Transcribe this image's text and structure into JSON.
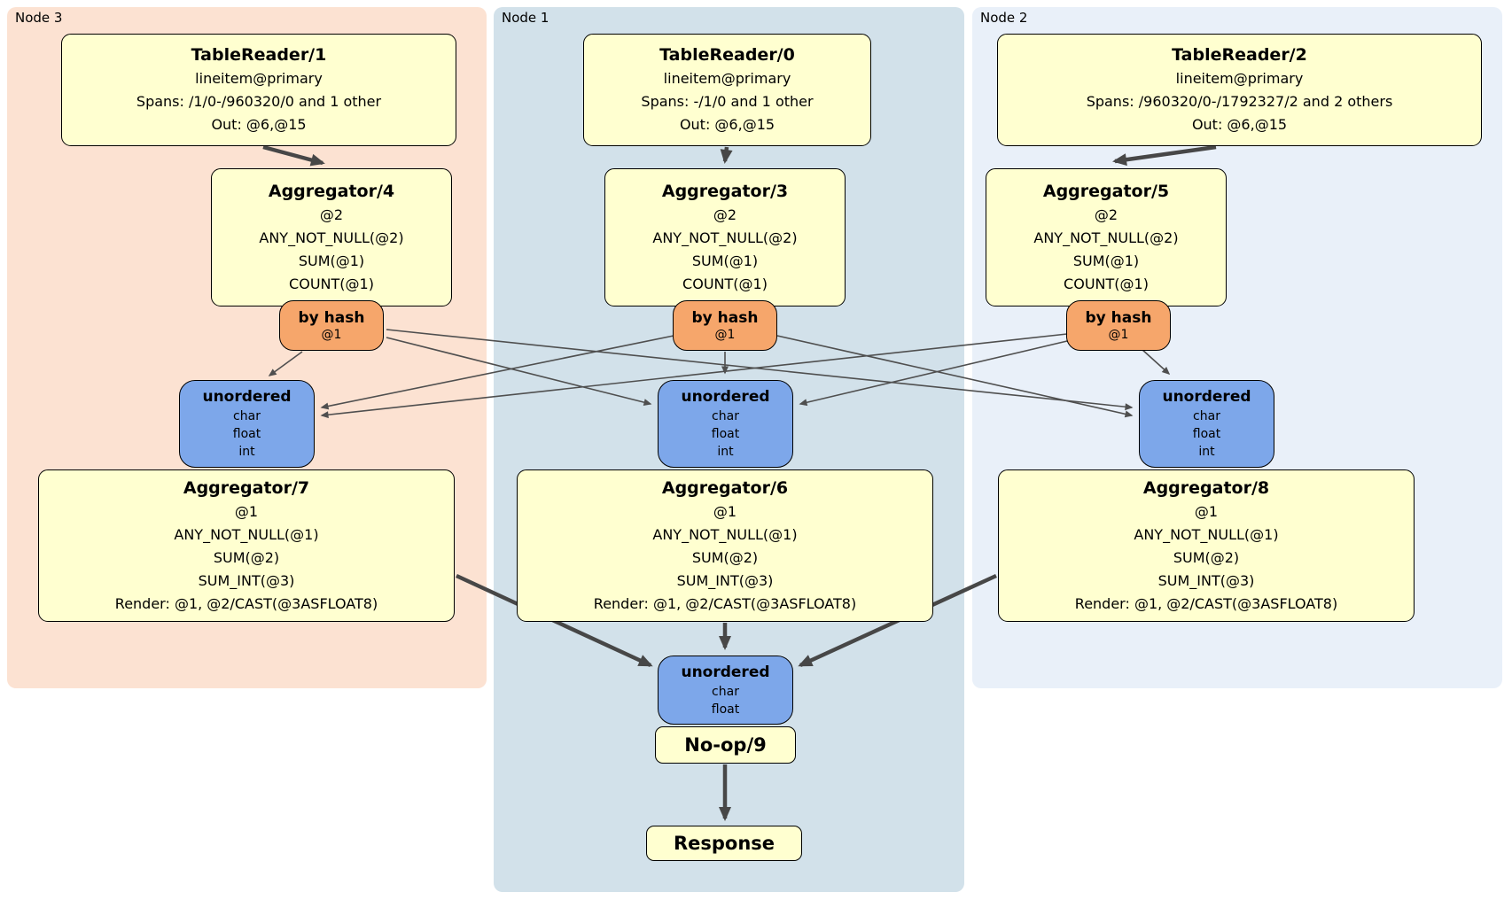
{
  "regions": {
    "node3": {
      "label": "Node 3"
    },
    "node1": {
      "label": "Node 1"
    },
    "node2": {
      "label": "Node 2"
    }
  },
  "processors": {
    "tr1": {
      "title": "TableReader/1",
      "lines": [
        "lineitem@primary",
        "Spans: /1/0-/960320/0 and 1 other",
        "Out: @6,@15"
      ]
    },
    "tr0": {
      "title": "TableReader/0",
      "lines": [
        "lineitem@primary",
        "Spans: -/1/0 and 1 other",
        "Out: @6,@15"
      ]
    },
    "tr2": {
      "title": "TableReader/2",
      "lines": [
        "lineitem@primary",
        "Spans: /960320/0-/1792327/2 and 2 others",
        "Out: @6,@15"
      ]
    },
    "agg4": {
      "title": "Aggregator/4",
      "lines": [
        "@2",
        "ANY_NOT_NULL(@2)",
        "SUM(@1)",
        "COUNT(@1)"
      ]
    },
    "agg3": {
      "title": "Aggregator/3",
      "lines": [
        "@2",
        "ANY_NOT_NULL(@2)",
        "SUM(@1)",
        "COUNT(@1)"
      ]
    },
    "agg5": {
      "title": "Aggregator/5",
      "lines": [
        "@2",
        "ANY_NOT_NULL(@2)",
        "SUM(@1)",
        "COUNT(@1)"
      ]
    },
    "agg7": {
      "title": "Aggregator/7",
      "lines": [
        "@1",
        "ANY_NOT_NULL(@1)",
        "SUM(@2)",
        "SUM_INT(@3)",
        "Render: @1, @2/CAST(@3ASFLOAT8)"
      ]
    },
    "agg6": {
      "title": "Aggregator/6",
      "lines": [
        "@1",
        "ANY_NOT_NULL(@1)",
        "SUM(@2)",
        "SUM_INT(@3)",
        "Render: @1, @2/CAST(@3ASFLOAT8)"
      ]
    },
    "agg8": {
      "title": "Aggregator/8",
      "lines": [
        "@1",
        "ANY_NOT_NULL(@1)",
        "SUM(@2)",
        "SUM_INT(@3)",
        "Render: @1, @2/CAST(@3ASFLOAT8)"
      ]
    },
    "noop": {
      "title": "No-op/9"
    },
    "response": {
      "title": "Response"
    }
  },
  "routers": {
    "r4": {
      "title": "by hash",
      "sub": "@1"
    },
    "r3": {
      "title": "by hash",
      "sub": "@1"
    },
    "r5": {
      "title": "by hash",
      "sub": "@1"
    }
  },
  "syncs": {
    "s7": {
      "title": "unordered",
      "lines": [
        "char",
        "float",
        "int"
      ]
    },
    "s6": {
      "title": "unordered",
      "lines": [
        "char",
        "float",
        "int"
      ]
    },
    "s8": {
      "title": "unordered",
      "lines": [
        "char",
        "float",
        "int"
      ]
    },
    "sfinal": {
      "title": "unordered",
      "lines": [
        "char",
        "float"
      ]
    }
  },
  "colors": {
    "node3_bg": "#fce2d2",
    "node1_bg": "#d2e1ea",
    "node2_bg": "#e9f0f9",
    "processor_bg": "#ffffd0",
    "router_bg": "#f6a66b",
    "sync_bg": "#7da7ea",
    "edge": "#474747"
  }
}
